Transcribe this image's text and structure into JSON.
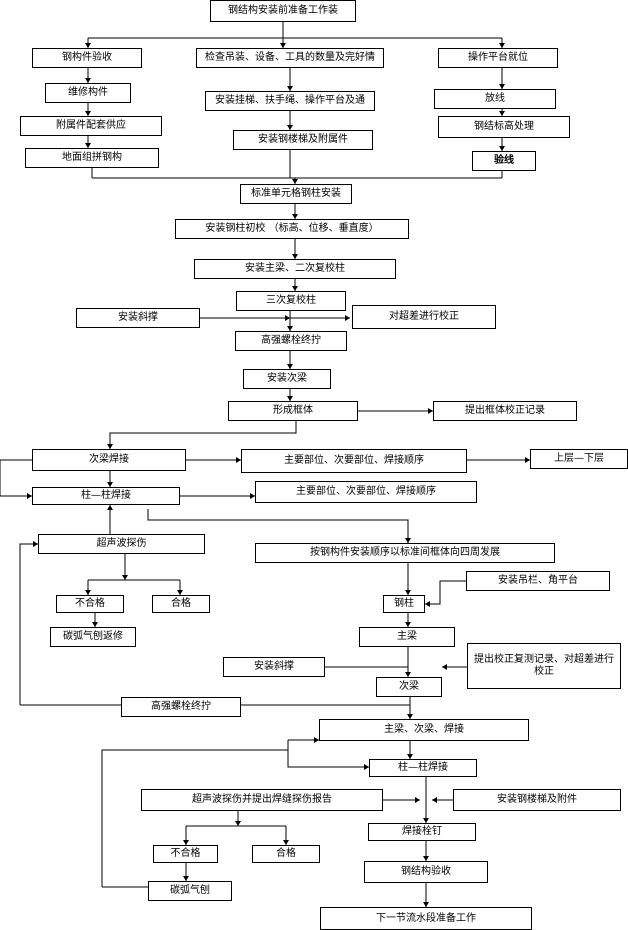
{
  "nodes": {
    "n1": "钢结构安装前准备工作装",
    "n2": "钢构件验收",
    "n3": "检查吊装、设备、工具的数量及完好情",
    "n4": "操作平台就位",
    "n5": "维修构件",
    "n6": "附属件配套供应",
    "n7": "地面组拼钢构",
    "n8": "安装挂梯、扶手绳、操作平台及通",
    "n9": "安装钢楼梯及附属件",
    "n10": "放线",
    "n11": "钢结标高处理",
    "n12": "验线",
    "n13": "标准单元格钢柱安装",
    "n14": "安装钢柱初校 （标高、位移、垂直度）",
    "n15": "安装主梁、二次复校柱",
    "n16": "三次复校柱",
    "n17": "安装斜撑",
    "n18": "对超差进行校正",
    "n19": "高强螺栓终拧",
    "n20": "安装次梁",
    "n21": "形成框体",
    "n22": "提出框体校正记录",
    "n23": "次梁焊接",
    "n24": "主要部位、次要部位、焊接顺序",
    "n25": "上层—下层",
    "n26": "柱—柱焊接",
    "n27": "主要部位、次要部位、焊接顺序",
    "n28": "超声波探伤",
    "n29": "按钢构件安装顺序以标准间框体向四周发展",
    "n30": "不合格",
    "n31": "合格",
    "n32": "安装吊栏、角平台",
    "n33": "钢柱",
    "n34": "碳弧气刨返修",
    "n35": "主梁",
    "n36": "安装斜撑",
    "n37": "提出校正复测记录、对超差进行校正",
    "n38": "次梁",
    "n39": "高强螺栓终拧",
    "n40": "主梁、次梁、焊接",
    "n41": "柱—柱焊接",
    "n42": "超声波探伤并提出焊缝探伤报告",
    "n43": "安装钢楼梯及附件",
    "n44": "焊接栓钉",
    "n45": "不合格",
    "n46": "合格",
    "n47": "钢结构验收",
    "n48": "碳弧气刨",
    "n49": "下一节流水段准备工作"
  }
}
